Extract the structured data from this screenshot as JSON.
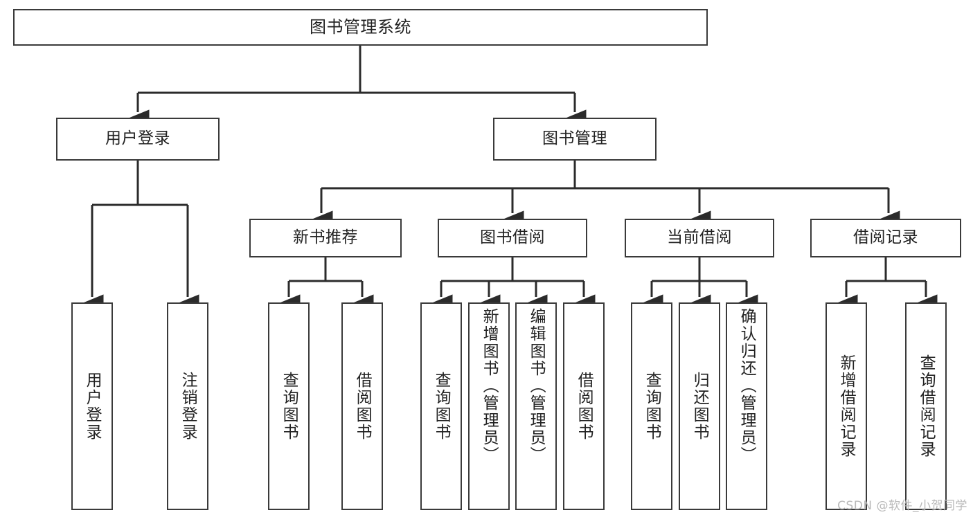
{
  "diagram": {
    "type": "tree-hierarchy",
    "title": "图书管理系统",
    "colors": {
      "box_border": "#3a3a3a",
      "box_fill": "#ffffff",
      "edge": "#2b2b2b",
      "text": "#222222",
      "watermark": "#b9b9b9"
    },
    "root": {
      "label": "图书管理系统"
    },
    "level2": [
      {
        "label": "用户登录"
      },
      {
        "label": "图书管理"
      }
    ],
    "level3": [
      {
        "label": "新书推荐"
      },
      {
        "label": "图书借阅"
      },
      {
        "label": "当前借阅"
      },
      {
        "label": "借阅记录"
      }
    ],
    "leaves": {
      "user_login": [
        {
          "label": "用户登录"
        },
        {
          "label": "注销登录"
        }
      ],
      "new_book_recommend": [
        {
          "label": "查询图书"
        },
        {
          "label": "借阅图书"
        }
      ],
      "book_borrow": [
        {
          "label": "查询图书"
        },
        {
          "label": "新增图书（管理员）"
        },
        {
          "label": "编辑图书（管理员）"
        },
        {
          "label": "借阅图书"
        }
      ],
      "current_borrow": [
        {
          "label": "查询图书"
        },
        {
          "label": "归还图书"
        },
        {
          "label": "确认归还（管理员）"
        }
      ],
      "borrow_record": [
        {
          "label": "新增借阅记录"
        },
        {
          "label": "查询借阅记录"
        }
      ]
    }
  },
  "watermark": {
    "text": "CSDN @软件_小贺同学"
  }
}
